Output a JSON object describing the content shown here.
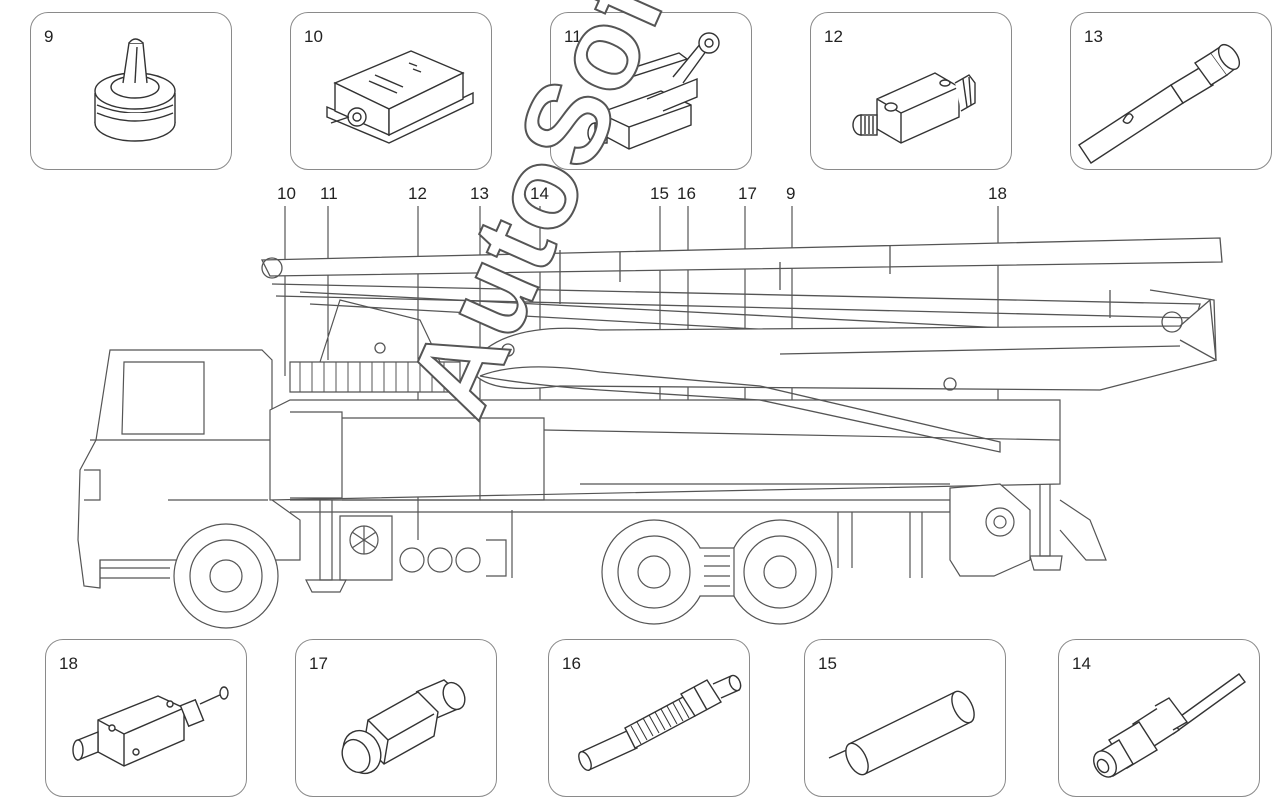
{
  "top_panels": [
    {
      "number": "9",
      "icon": "cable-grommet-icon"
    },
    {
      "number": "10",
      "icon": "inclination-sensor-box-icon"
    },
    {
      "number": "11",
      "icon": "roller-limit-switch-icon"
    },
    {
      "number": "12",
      "icon": "plunger-limit-switch-icon"
    },
    {
      "number": "13",
      "icon": "temperature-probe-icon"
    }
  ],
  "bottom_panels": [
    {
      "number": "18",
      "icon": "pushbutton-switch-icon"
    },
    {
      "number": "17",
      "icon": "proximity-sensor-icon"
    },
    {
      "number": "16",
      "icon": "threaded-sensor-icon"
    },
    {
      "number": "15",
      "icon": "cylindrical-sensor-icon"
    },
    {
      "number": "14",
      "icon": "pressure-transducer-icon"
    }
  ],
  "callouts": [
    "10",
    "11",
    "12",
    "13",
    "14",
    "15",
    "16",
    "17",
    "9",
    "18"
  ],
  "watermark": "AutoSoft"
}
